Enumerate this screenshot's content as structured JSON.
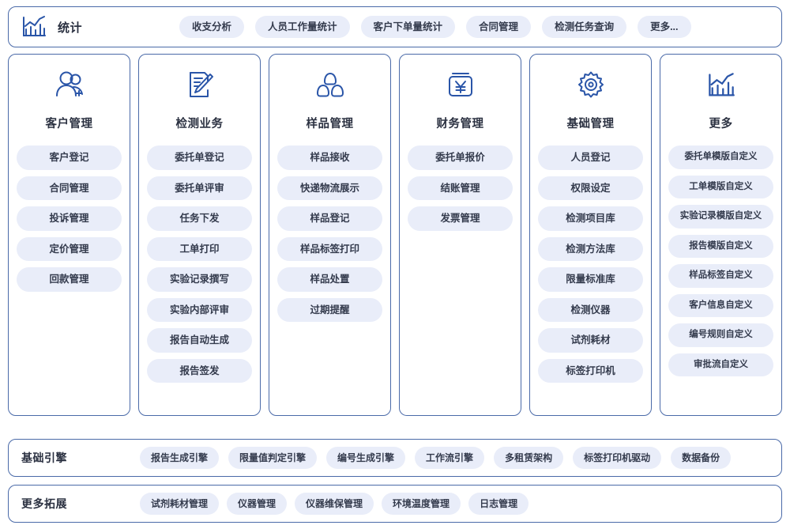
{
  "topbar": {
    "icon": "bar-chart-line-icon",
    "title": "统计",
    "pills": [
      "收支分析",
      "人员工作量统计",
      "客户下单量统计",
      "合同管理",
      "检测任务查询",
      "更多..."
    ]
  },
  "columns": [
    {
      "icon": "users-add-icon",
      "title": "客户管理",
      "items": [
        "客户登记",
        "合同管理",
        "投诉管理",
        "定价管理",
        "回款管理"
      ]
    },
    {
      "icon": "document-pen-icon",
      "title": "检测业务",
      "items": [
        "委托单登记",
        "委托单评审",
        "任务下发",
        "工单打印",
        "实验记录撰写",
        "实验内部评审",
        "报告自动生成",
        "报告签发"
      ]
    },
    {
      "icon": "three-samples-icon",
      "title": "样品管理",
      "items": [
        "样品接收",
        "快递物流展示",
        "样品登记",
        "样品标签打印",
        "样品处置",
        "过期提醒"
      ]
    },
    {
      "icon": "yuan-card-icon",
      "title": "财务管理",
      "items": [
        "委托单报价",
        "结账管理",
        "发票管理"
      ]
    },
    {
      "icon": "gear-icon",
      "title": "基础管理",
      "items": [
        "人员登记",
        "权限设定",
        "检测项目库",
        "检测方法库",
        "限量标准库",
        "检测仪器",
        "试剂耗材",
        "标签打印机"
      ]
    },
    {
      "icon": "bar-chart-line-icon",
      "title": "更多",
      "items": [
        "委托单模版自定义",
        "工单模版自定义",
        "实验记录模版自定义",
        "报告模版自定义",
        "样品标签自定义",
        "客户信息自定义",
        "编号规则自定义",
        "审批流自定义"
      ]
    }
  ],
  "engines": {
    "label": "基础引擎",
    "pills": [
      "报告生成引擎",
      "限量值判定引擎",
      "编号生成引擎",
      "工作流引擎",
      "多租赁架构",
      "标签打印机驱动",
      "数据备份"
    ]
  },
  "extensions": {
    "label": "更多拓展",
    "pills": [
      "试剂耗材管理",
      "仪器管理",
      "仪器维保管理",
      "环境温度管理",
      "日志管理"
    ]
  },
  "colors": {
    "border": "#4a6aa8",
    "pill_bg": "#e9edf9",
    "text": "#2b3141",
    "icon": "#2a55a8"
  }
}
